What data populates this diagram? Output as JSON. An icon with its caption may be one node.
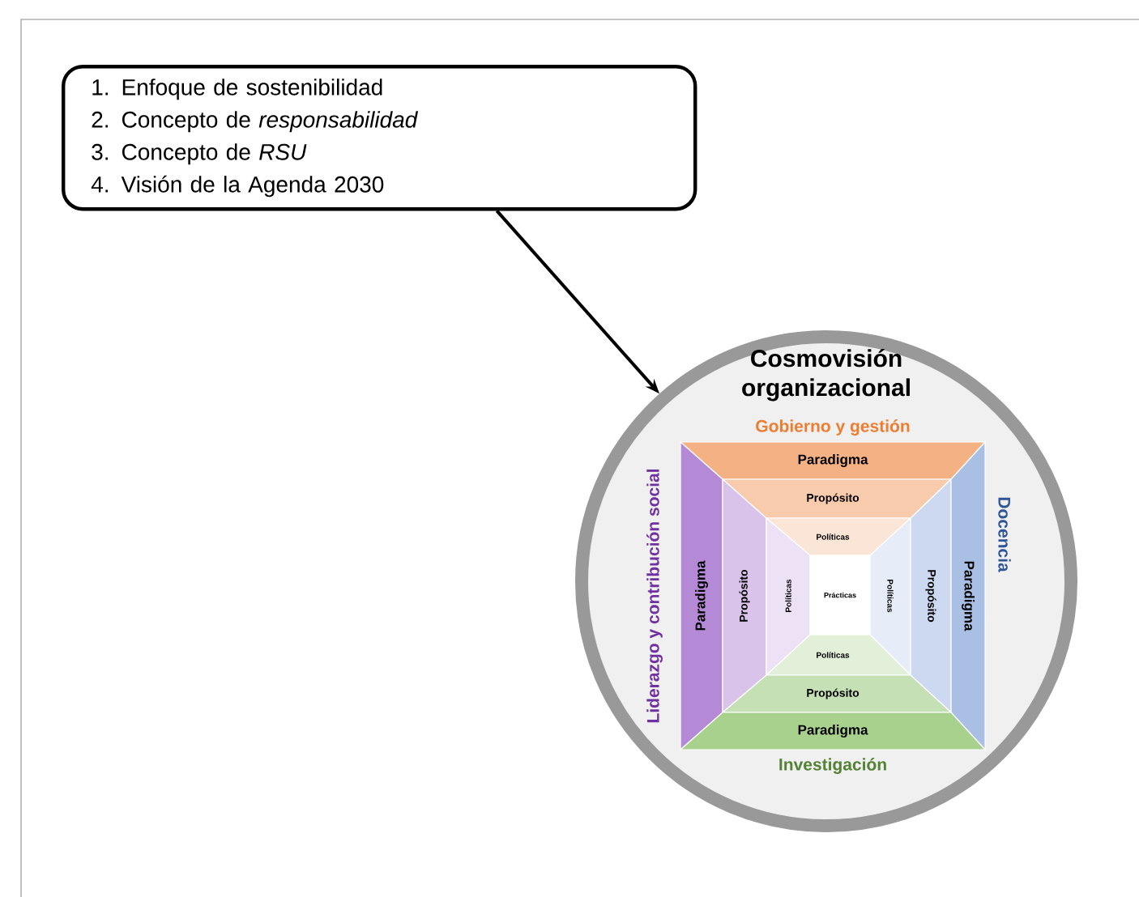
{
  "diagram": {
    "nodes": [
      {
        "text": [
          "1. Enfoque de sostenibilidad",
          "2. Concepto de *responsabilidad*",
          "3. Concepto de *RSU*",
          "4. Visión de la Agenda 2030"
        ]
      },
      {
        "text": [
          "Cosmovisión organizacional"
        ]
      },
      {
        "text": [
          "Paradigma"
        ],
        "in": 1
      },
      {
        "text": [
          "Propósito"
        ],
        "in": 1
      },
      {
        "text": [
          "Políticas"
        ],
        "in": 1
      },
      {
        "text": [
          "Paradigma"
        ],
        "in": 1
      },
      {
        "text": [
          "Propósito"
        ],
        "in": 1
      },
      {
        "text": [
          "Políticas"
        ],
        "in": 1
      },
      {
        "text": [
          "Prácticas"
        ],
        "in": 1
      },
      {
        "text": [
          "Políticas"
        ],
        "in": 1
      },
      {
        "text": [
          "Propósito"
        ],
        "in": 1
      },
      {
        "text": [
          "Paradigma"
        ],
        "in": 1
      },
      {
        "text": [
          "Políticas"
        ],
        "in": 1
      },
      {
        "text": [
          "Propósito"
        ],
        "in": 1
      },
      {
        "text": [
          "Paradigma"
        ],
        "in": 1
      }
    ],
    "edges": [
      {
        "from": 0,
        "to": 1,
        "arrow": "to"
      }
    ],
    "labels": [
      "Gobierno y gestión",
      "Liderazgo y contribución social",
      "Docencia",
      "Investigación"
    ]
  }
}
